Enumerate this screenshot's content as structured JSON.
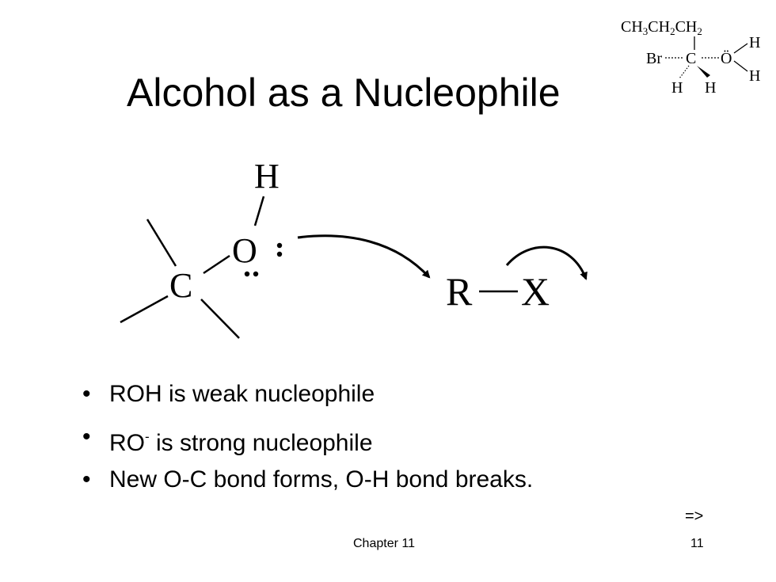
{
  "slide": {
    "title": "Alcohol as a Nucleophile",
    "bullets": [
      {
        "text": "ROH is weak nucleophile",
        "sup": ""
      },
      {
        "text_before": "RO",
        "sup": "-",
        "text_after": " is strong nucleophile"
      },
      {
        "text": "New O-C bond forms, O-H bond breaks.",
        "sup": ""
      }
    ],
    "bullet_symbol": "•",
    "next_marker": "=>",
    "footer_chapter": "Chapter 11",
    "page_number": "11"
  },
  "mechanism": {
    "atom_h": "H",
    "atom_o": "O",
    "atom_c": "C",
    "atom_r": "R",
    "atom_x": "X",
    "bond_rx": "—"
  },
  "transition_state": {
    "chain": "CH3CH2CH2",
    "br": "Br",
    "c": "C",
    "o": "Ö",
    "h_right_top": "H",
    "h_right_bottom": "H",
    "h_bottom_left": "H",
    "h_bottom_right": "H"
  }
}
